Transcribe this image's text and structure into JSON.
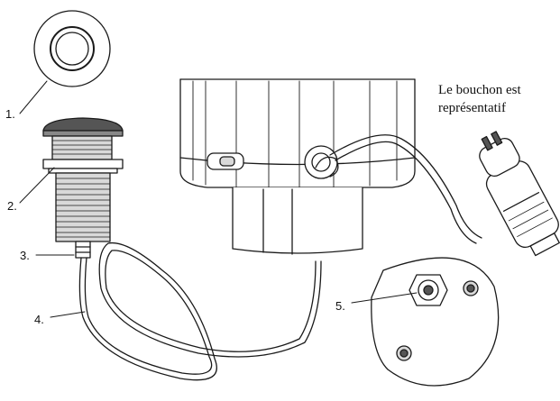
{
  "diagram": {
    "note": {
      "line1": "Le bouchon est",
      "line2": "représentatif"
    },
    "callouts": {
      "c1": "1.",
      "c2": "2.",
      "c3": "3.",
      "c4": "4.",
      "c5": "5."
    },
    "colors": {
      "stroke": "#1a1a1a",
      "fill_light": "#ffffff",
      "fill_grey": "#d9d9d9",
      "fill_dark": "#555555"
    }
  }
}
